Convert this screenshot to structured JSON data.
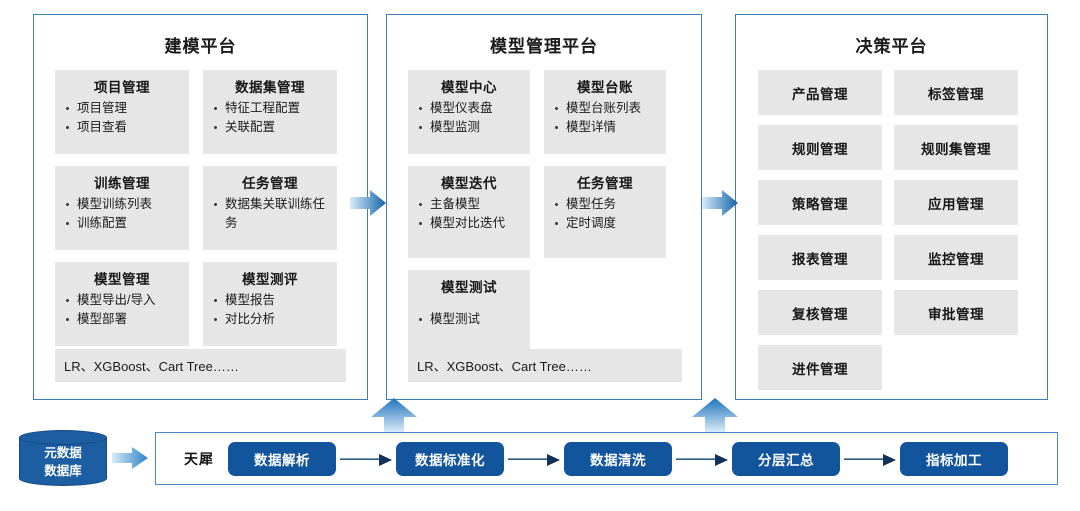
{
  "panels": [
    {
      "title": "建模平台",
      "cards": [
        {
          "title": "项目管理",
          "items": [
            "项目管理",
            "项目查看"
          ]
        },
        {
          "title": "数据集管理",
          "items": [
            "特征工程配置",
            "关联配置"
          ]
        },
        {
          "title": "训练管理",
          "items": [
            "模型训练列表",
            "训练配置"
          ]
        },
        {
          "title": "任务管理",
          "items": [
            "数据集关联训练任务"
          ]
        },
        {
          "title": "模型管理",
          "items": [
            "模型导出/导入",
            "模型部署"
          ]
        },
        {
          "title": "模型测评",
          "items": [
            "模型报告",
            "对比分析"
          ]
        }
      ],
      "algo_bar": "LR、XGBoost、Cart Tree……"
    },
    {
      "title": "模型管理平台",
      "cards": [
        {
          "title": "模型中心",
          "items": [
            "模型仪表盘",
            "模型监测"
          ]
        },
        {
          "title": "模型台账",
          "items": [
            "模型台账列表",
            "模型详情"
          ]
        },
        {
          "title": "模型迭代",
          "items": [
            "主备模型",
            "模型对比迭代"
          ]
        },
        {
          "title": "任务管理",
          "items": [
            "模型任务",
            "定时调度"
          ]
        },
        {
          "title": "模型测试",
          "items": [
            "模型测试"
          ]
        }
      ],
      "algo_bar": "LR、XGBoost、Cart Tree……"
    },
    {
      "title": "决策平台",
      "tiles": [
        "产品管理",
        "标签管理",
        "规则管理",
        "规则集管理",
        "策略管理",
        "应用管理",
        "报表管理",
        "监控管理",
        "复核管理",
        "审批管理",
        "进件管理"
      ]
    }
  ],
  "bottom": {
    "database": {
      "line1": "元数据",
      "line2": "数据库"
    },
    "platform_label": "天犀",
    "steps": [
      "数据解析",
      "数据标准化",
      "数据清洗",
      "分层汇总",
      "指标加工"
    ]
  },
  "colors": {
    "panel_border": "#3b7cc0",
    "card_bg": "#e6e6e6",
    "step_bg": "#13559c",
    "db_fill": "#1d5ea3",
    "arrow_dark": "#1e70b8",
    "arrow_light": "#cfe6f7"
  }
}
